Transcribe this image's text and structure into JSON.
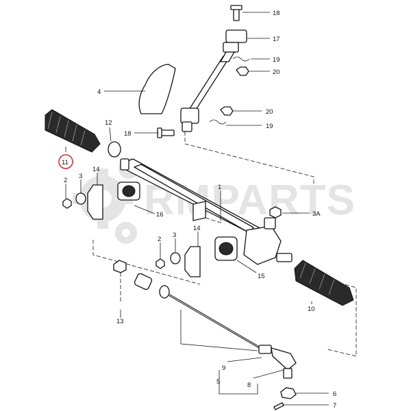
{
  "watermark": "RMPARTS",
  "highlight_color": "#d9262c",
  "labels": {
    "l18a": "18",
    "l17": "17",
    "l19a": "19",
    "l20a": "20",
    "l4": "4",
    "l20b": "20",
    "l19b": "19",
    "l18b": "18",
    "l12": "12",
    "l11": "11",
    "l2a": "2",
    "l3a": "3",
    "l14a": "14",
    "l1": "1",
    "l3A": "3A",
    "l16": "16",
    "l14b": "14",
    "l2b": "2",
    "l3b": "3",
    "l15": "15",
    "l10": "10",
    "l13": "13",
    "l9": "9",
    "l5": "5",
    "l8": "8",
    "l6": "6",
    "l7": "7"
  }
}
